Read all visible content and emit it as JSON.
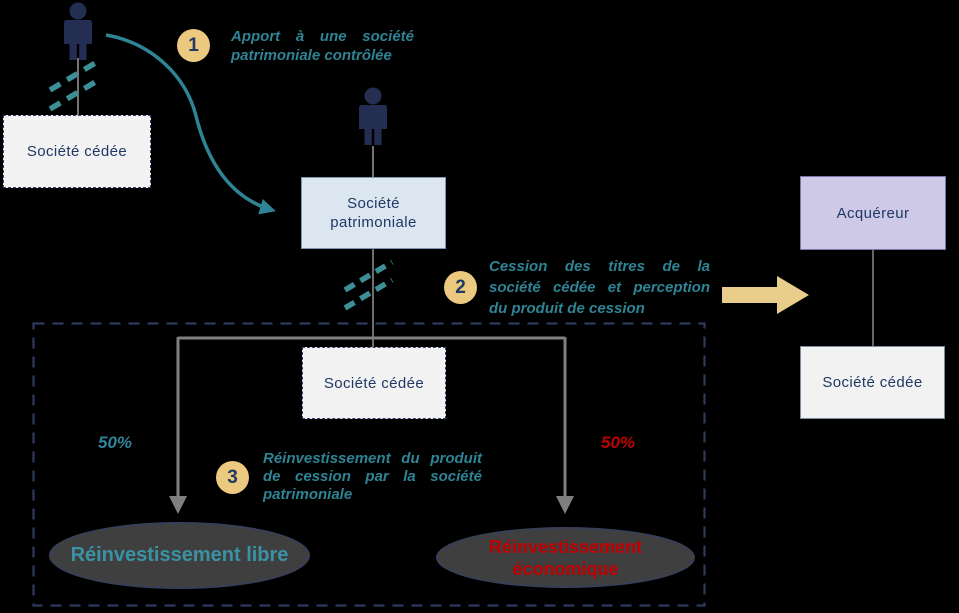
{
  "palette": {
    "background": "#000000",
    "navy_text": "#1F3864",
    "teal_annotation": "#2E8494",
    "teal_bright": "#3A93A5",
    "badge_tan": "#EBC97F",
    "block_arrow_tan": "#E9CD8A",
    "red": "#C00000",
    "gray_connector": "#7F7F7F",
    "box_white": "#F2F2F2",
    "box_blue": "#DCE6F1",
    "box_purple": "#CDC9E6",
    "ellipse_gray": "#3F3F3F",
    "dash_navy": "#2E3A5E"
  },
  "boxes": {
    "holder": {
      "label": "Société cédée"
    },
    "patrimoniale": {
      "lines": [
        "Société",
        "patrimoniale"
      ]
    },
    "acquereur": {
      "label": "Acquéreur"
    },
    "ceded_right": {
      "label": "Société cédée"
    },
    "ceded_inner": {
      "label": "Société cédée"
    }
  },
  "steps": [
    {
      "number": "1",
      "lines": [
        "Apport à une société",
        "patrimoniale contrôlée"
      ]
    },
    {
      "number": "2",
      "lines": [
        "Cession des titres de la",
        "société cédée et perception",
        "du produit de cession"
      ]
    },
    {
      "number": "3",
      "lines": [
        "Réinvestissement du produit",
        "de cession par la société",
        "patrimoniale"
      ]
    }
  ],
  "split": {
    "left_pct": "50%",
    "right_pct": "50%"
  },
  "outcomes": {
    "free": {
      "label": "Réinvestissement libre"
    },
    "economic": {
      "lines": [
        "Réinvestissement",
        "économique"
      ]
    }
  },
  "icons": {
    "shareholder": "person-icon",
    "holding_shareholder": "person-icon",
    "shares_marks": "double-slash-icon",
    "contribution": "curved-arrow-icon",
    "transfer": "block-arrow-right-icon",
    "split_arrows": "down-arrow-icon"
  }
}
